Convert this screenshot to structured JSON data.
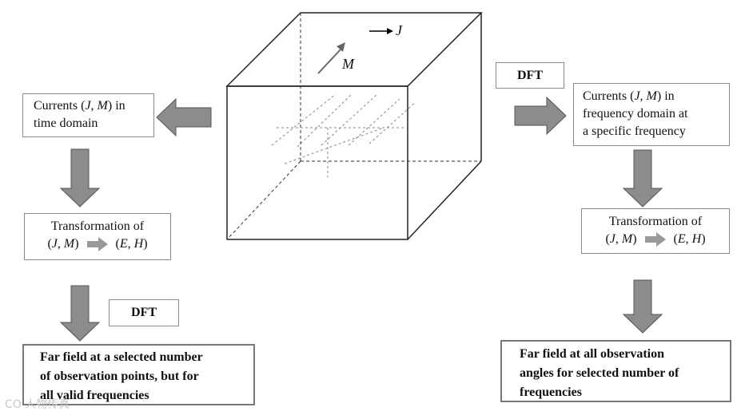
{
  "cube": {
    "label_j": "J",
    "label_m": "M"
  },
  "left": {
    "currents": {
      "line1_pre": "Currents (",
      "j": "J",
      "comma": ", ",
      "m": "M",
      "line1_post": ") in",
      "line2": "time domain"
    },
    "transform": {
      "title": "Transformation of",
      "paren_open": "(",
      "j": "J",
      "comma": ", ",
      "m": "M",
      "paren_close": ")",
      "e_open": "(",
      "e": "E",
      "e_comma": ", ",
      "h": "H",
      "e_close": ")"
    },
    "dft": "DFT",
    "farfield": {
      "line1": "Far field at a selected number",
      "line2": "of observation points, but for",
      "line3": "all valid frequencies"
    }
  },
  "right": {
    "dft": "DFT",
    "currents": {
      "line1_pre": "Currents (",
      "j": "J",
      "comma": ", ",
      "m": "M",
      "line1_post": ") in",
      "line2": "frequency domain at",
      "line3": "a specific frequency"
    },
    "transform": {
      "title": "Transformation of",
      "paren_open": "(",
      "j": "J",
      "comma": ", ",
      "m": "M",
      "paren_close": ")",
      "e_open": "(",
      "e": "E",
      "e_comma": ", ",
      "h": "H",
      "e_close": ")"
    },
    "farfield": {
      "line1": "Far field at all observation",
      "line2": "angles for selected number of",
      "line3": "frequencies"
    }
  },
  "watermark": "CO 人物传真"
}
